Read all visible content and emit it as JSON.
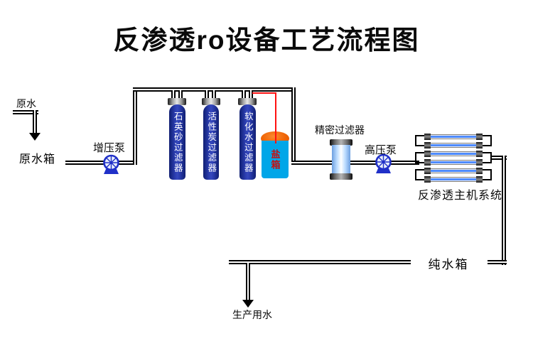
{
  "title": "反渗透ro设备工艺流程图",
  "labels": {
    "raw_water": "原水",
    "raw_water_tank": "原水箱",
    "booster_pump": "增压泵",
    "quartz_sand_filter": "石英砂过滤器",
    "activated_carbon_filter": "活性炭过滤器",
    "softened_water_filter": "软化水过滤器",
    "salt_box": "盐箱",
    "precision_filter": "精密过滤器",
    "high_pressure_pump": "高压泵",
    "ro_main_system": "反渗透主机系统",
    "pure_water_tank": "纯水箱",
    "production_water": "生产用水"
  },
  "colors": {
    "tank_orange": "#f57d20",
    "filter_navy": "#1e2d96",
    "salt_box_cyan": "#00a6e8",
    "salt_dome_orange": "#ef6405",
    "pump_blue": "#2030c8",
    "membrane_stripe_blue": "#4e8bff",
    "brine_line_red": "#ff1111",
    "pipe_black": "#000000"
  },
  "ro_unit": {
    "membrane_tube_count": 6
  }
}
